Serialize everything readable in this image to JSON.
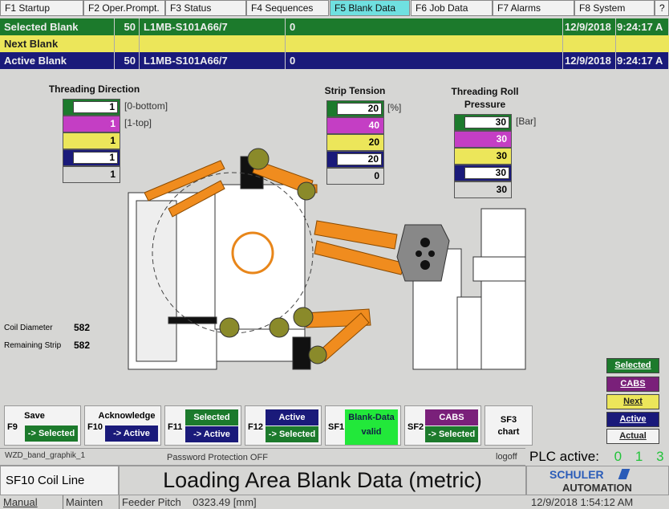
{
  "tabs": [
    {
      "label": "F1 Startup"
    },
    {
      "label": "F2 Oper.Prompt."
    },
    {
      "label": "F3 Status"
    },
    {
      "label": "F4 Sequences"
    },
    {
      "label": "F5 Blank Data"
    },
    {
      "label": "F6 Job Data"
    },
    {
      "label": "F7 Alarms"
    },
    {
      "label": "F8 System"
    },
    {
      "label": "?"
    }
  ],
  "blanks": [
    {
      "label": "Selected Blank",
      "qty": "50",
      "id": "L1MB-S101A66/7",
      "val": "0",
      "date": "12/9/2018",
      "time": "9:24:17 A",
      "color": "#1c7a2c"
    },
    {
      "label": "Next Blank",
      "qty": "",
      "id": "",
      "val": "",
      "date": "",
      "time": "",
      "color": "#ece65a"
    },
    {
      "label": "Active Blank",
      "qty": "50",
      "id": "L1MB-S101A66/7",
      "val": "0",
      "date": "12/9/2018",
      "time": "9:24:17 A",
      "color": "#1a1a7a"
    }
  ],
  "threading_direction": {
    "title": "Threading Direction",
    "values": [
      "1",
      "1",
      "1",
      "1",
      "1"
    ],
    "units": [
      "[0-bottom]",
      "[1-top]"
    ]
  },
  "strip_tension": {
    "title": "Strip Tension",
    "values": [
      "20",
      "40",
      "20",
      "20",
      "0"
    ],
    "unit": "[%]"
  },
  "roll_pressure": {
    "title": "Threading Roll Pressure",
    "values": [
      "30",
      "30",
      "30",
      "30",
      "30"
    ],
    "unit": "[Bar]"
  },
  "coil": {
    "diameter_label": "Coil Diameter",
    "diameter": "582",
    "remaining_label": "Remaining Strip",
    "remaining": "582"
  },
  "legend": [
    "Selected",
    "CABS",
    "Next",
    "Active",
    "Actual"
  ],
  "fkeys": [
    {
      "key": "F9",
      "top": "Save",
      "bottom": "-> Selected"
    },
    {
      "key": "F10",
      "top": "Acknowledge",
      "bottom": "-> Active"
    },
    {
      "key": "F11",
      "top": "Selected",
      "bottom": "-> Active"
    },
    {
      "key": "F12",
      "top": "Active",
      "bottom": "-> Selected"
    },
    {
      "key": "SF1",
      "top": "Blank-Data",
      "bottom": "valid"
    },
    {
      "key": "SF2",
      "top": "CABS",
      "bottom": "-> Selected"
    },
    {
      "key": "SF3",
      "top": "chart"
    }
  ],
  "status": {
    "screen": "WZD_band_graphik_1",
    "password": "Password Protection  OFF",
    "logoff": "logoff",
    "plc_label": "PLC active:",
    "plc_values": [
      "0",
      "1",
      "3"
    ]
  },
  "footer": {
    "line": "SF10 Coil Line",
    "title": "Loading Area Blank Data (metric)",
    "brand1": "SCHULER",
    "brand2": "AUTOMATION",
    "mode": "Manual",
    "maint": "Mainten",
    "pitch": "Feeder Pitch    0323.49 [mm]",
    "datetime": "12/9/2018 1:54:12 AM"
  }
}
